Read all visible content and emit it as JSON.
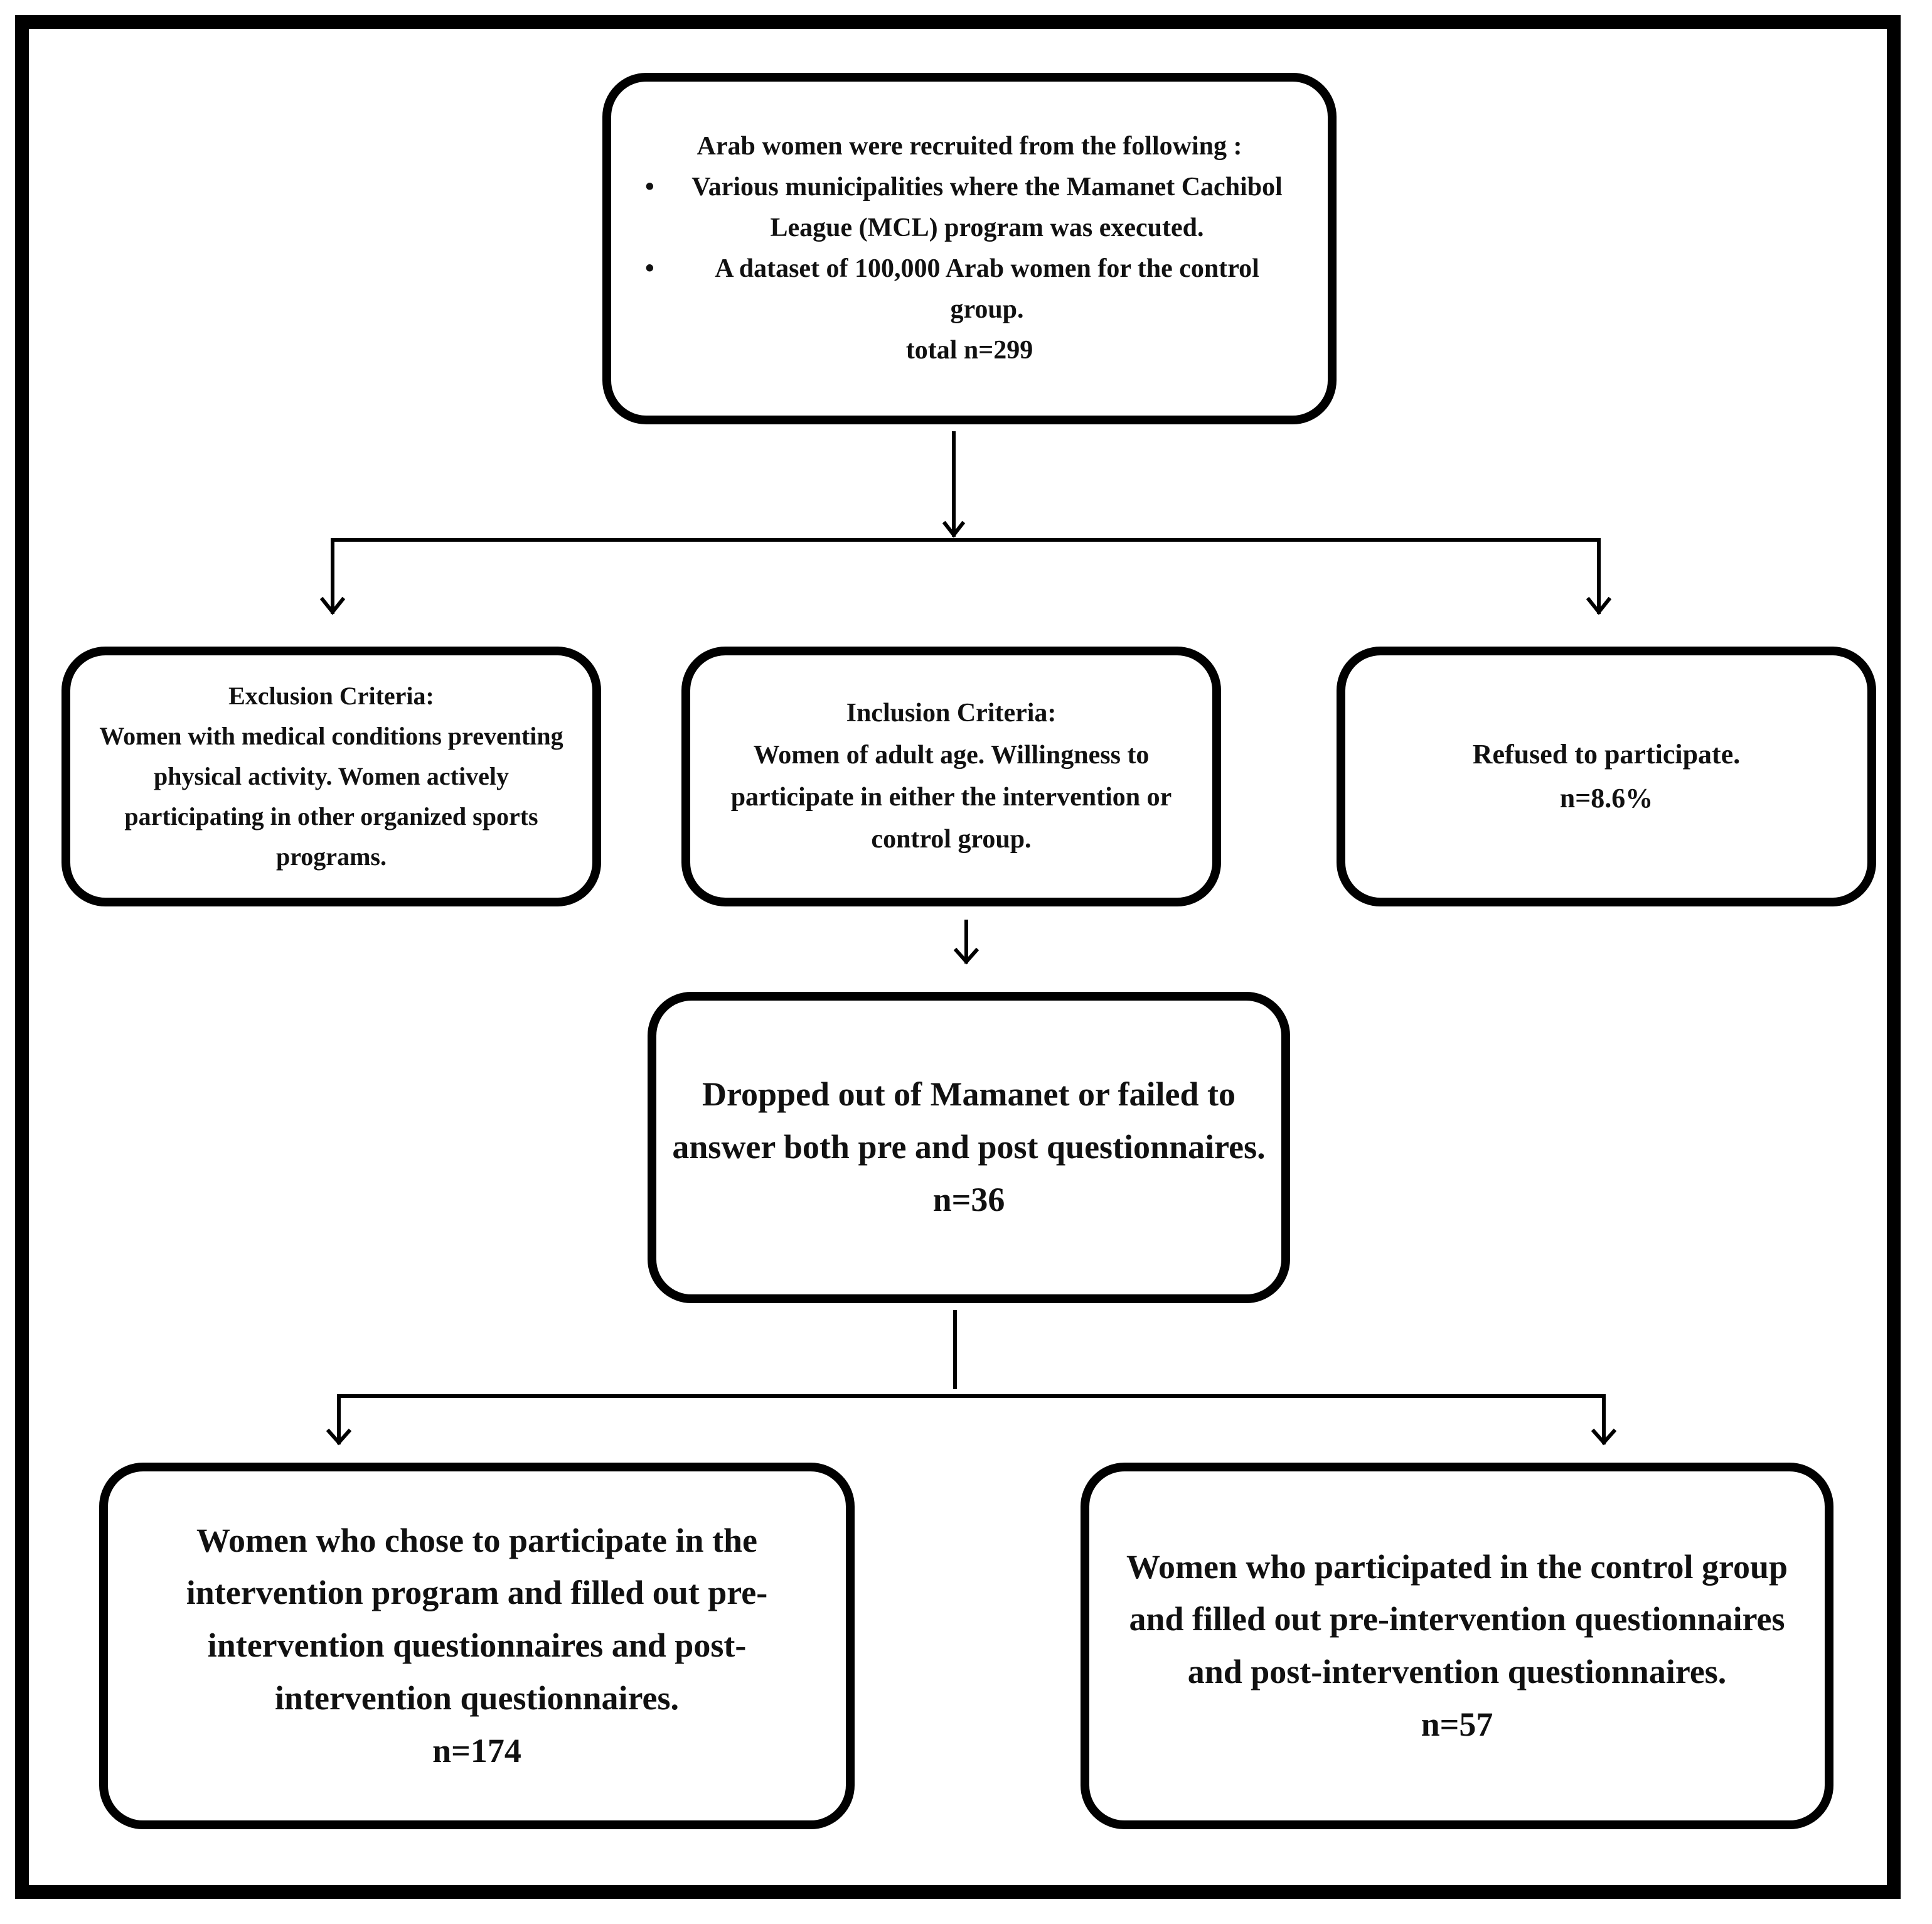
{
  "recruitment": {
    "heading": "Arab women were recruited from the following :",
    "bullet_symbol": "•",
    "bullets": [
      "Various municipalities where the Mamanet Cachibol League (MCL) program was executed.",
      "A dataset of 100,000 Arab women for the control group."
    ],
    "total": "total n=299"
  },
  "exclusion": {
    "title": "Exclusion Criteria:",
    "text": "Women with medical conditions preventing physical activity. Women actively participating in other organized sports programs."
  },
  "inclusion": {
    "title": "Inclusion Criteria:",
    "text": "Women of adult age. Willingness to participate in either the intervention or control group."
  },
  "refused": {
    "text": "Refused to participate.",
    "count": "n=8.6%"
  },
  "dropped": {
    "text": "Dropped out of Mamanet or failed to answer both pre and post questionnaires.",
    "count": "n=36"
  },
  "intervention_group": {
    "text": "Women who chose to participate in the intervention program and filled out pre-intervention questionnaires and post-intervention questionnaires.",
    "count": "n=174"
  },
  "control_group": {
    "text": "Women who  participated in the control group and filled out pre-intervention questionnaires and post-intervention questionnaires.",
    "count": "n=57"
  },
  "colors": {
    "stroke": "#000000",
    "background": "#ffffff"
  }
}
